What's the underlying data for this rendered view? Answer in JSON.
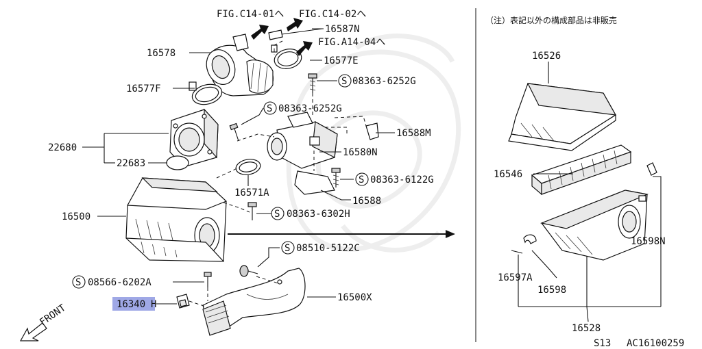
{
  "note_text": "（注）表記以外の構成部品は非販売",
  "fig_refs": {
    "c14_01": "FIG.C14-01へ",
    "c14_02": "FIG.C14-02へ",
    "a14_04": "FIG.A14-04へ"
  },
  "labels": {
    "p16587N": "16587N",
    "p16578": "16578",
    "p16577E": "16577E",
    "p16577F": "16577F",
    "s08363_6252G_a": "08363-6252G",
    "s08363_6252G_b": "08363-6252G",
    "p16588M": "16588M",
    "p22680": "22680",
    "p22683": "22683",
    "p16580N": "16580N",
    "s08363_6122G": "08363-6122G",
    "p16571A": "16571A",
    "p16588": "16588",
    "p16500": "16500",
    "s08363_6302H": "08363-6302H",
    "s08510_5122C": "08510-5122C",
    "s08566_6202A": "08566-6202A",
    "p16340H_hl": "16340",
    "p16340H_suffix": "H",
    "p16500X": "16500X",
    "front": "FRONT",
    "p16526": "16526",
    "p16546": "16546",
    "p16598N": "16598N",
    "p16597A": "16597A",
    "p16598": "16598",
    "p16528": "16528"
  },
  "screw_symbol": "S",
  "footer": {
    "code": "S13",
    "figure_id": "AC16100259"
  },
  "highlight_color": "#9fa8e6"
}
